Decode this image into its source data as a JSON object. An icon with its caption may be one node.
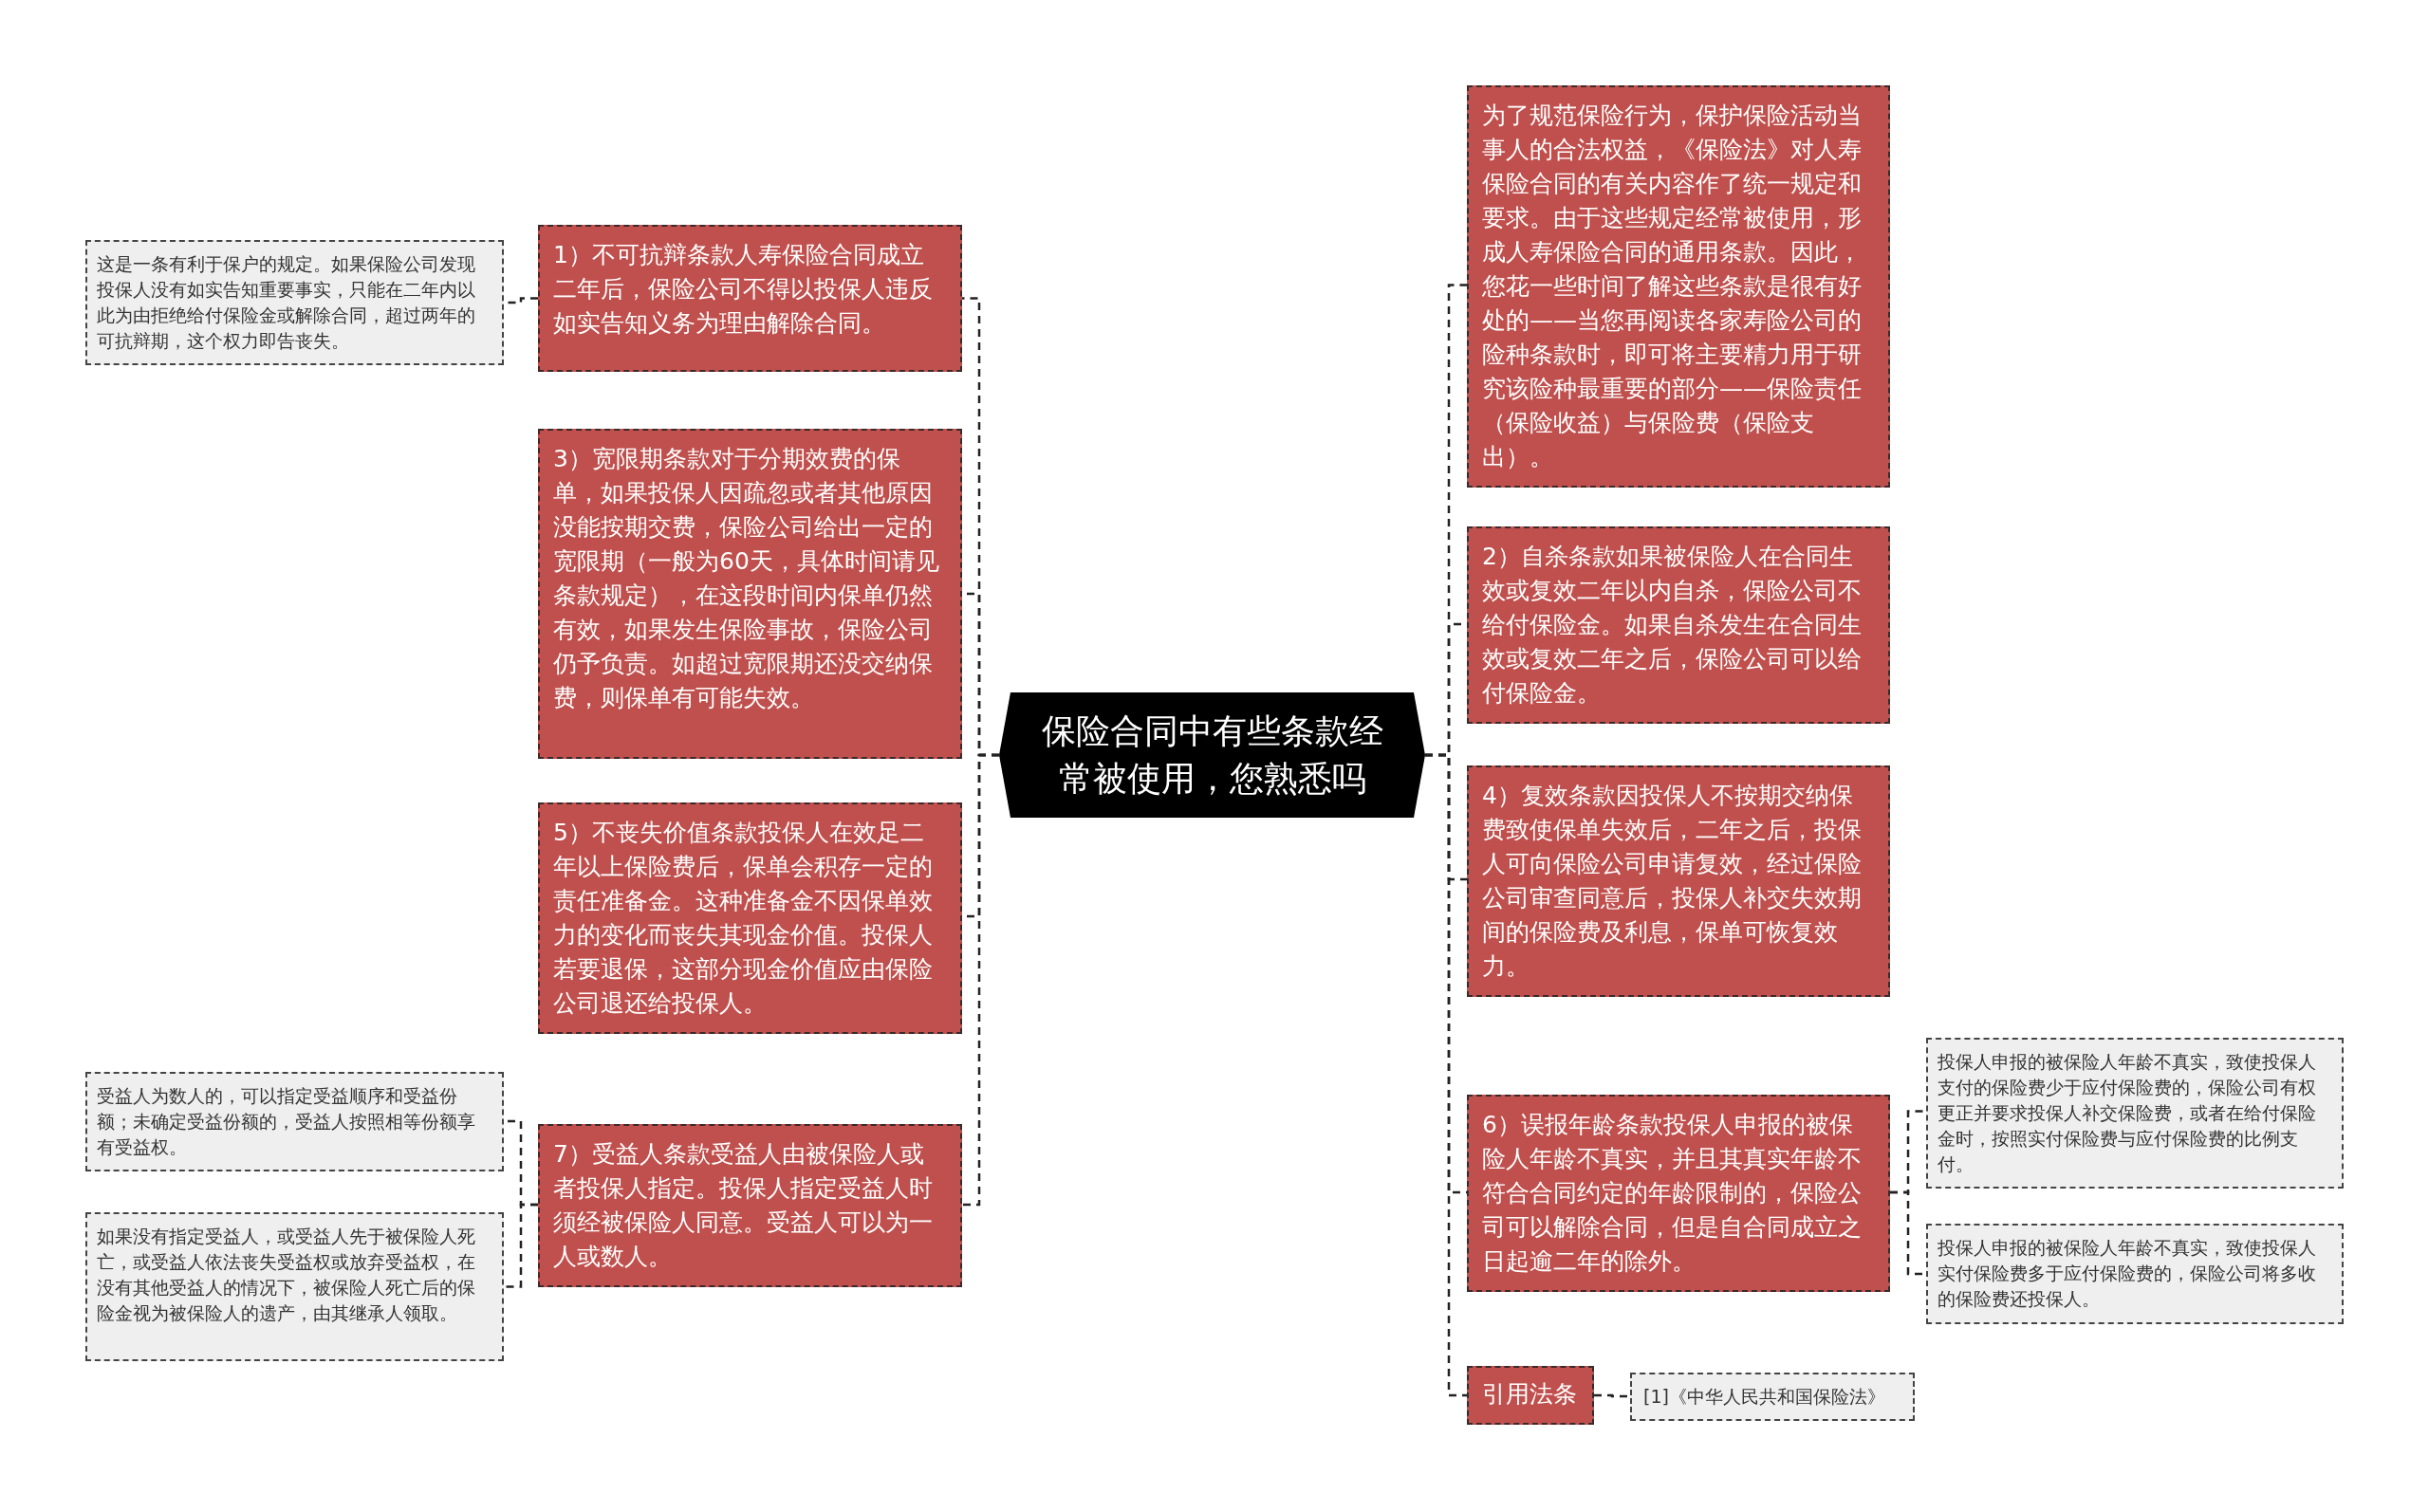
{
  "diagram": {
    "nodes": [
      {
        "text": [
          "保险合同中有些条款经常被使用，您熟悉吗"
        ]
      },
      {
        "text": [
          "1）不可抗辩条款人寿保险合同成立二年后，保险公司不得以投保人违反如实告知义务为理由解除合同。"
        ]
      },
      {
        "text": [
          "这是一条有利于保户的规定。如果保险公司发现投保人没有如实告知重要事实，只能在二年内以此为由拒绝给付保险金或解除合同，超过两年的可抗辩期，这个权力即告丧失。"
        ]
      },
      {
        "text": [
          "3）宽限期条款对于分期效费的保单，如果投保人因疏忽或者其他原因没能按期交费，保险公司给出一定的宽限期（一般为60天，具体时间请见条款规定），在这段时间内保单仍然有效，如果发生保险事故，保险公司仍予负责。如超过宽限期还没交纳保费，则保单有可能失效。"
        ]
      },
      {
        "text": [
          "5）不丧失价值条款投保人在效足二年以上保险费后，保单会积存一定的责任准备金。这种准备金不因保单效力的变化而丧失其现金价值。投保人若要退保，这部分现金价值应由保险公司退还给投保人。"
        ]
      },
      {
        "text": [
          "7）受益人条款受益人由被保险人或者投保人指定。投保人指定受益人时须经被保险人同意。受益人可以为一人或数人。"
        ]
      },
      {
        "text": [
          "受益人为数人的，可以指定受益顺序和受益份额；未确定受益份额的，受益人按照相等份额享有受益权。"
        ]
      },
      {
        "text": [
          "如果没有指定受益人，或受益人先于被保险人死亡，或受益人依法丧失受益权或放弃受益权，在没有其他受益人的情况下，被保险人死亡后的保险金视为被保险人的遗产，由其继承人领取。"
        ]
      },
      {
        "text": [
          "为了规范保险行为，保护保险活动当事人的合法权益，《保险法》对人寿保险合同的有关内容作了统一规定和要求。由于这些规定经常被使用，形成人寿保险合同的通用条款。因此，您花一些时间了解这些条款是很有好处的——当您再阅读各家寿险公司的险种条款时，即可将主要精力用于研究该险种最重要的部分——保险责任（保险收益）与保险费（保险支出）。"
        ]
      },
      {
        "text": [
          "2）自杀条款如果被保险人在合同生效或复效二年以内自杀，保险公司不给付保险金。如果自杀发生在合同生效或复效二年之后，保险公司可以给付保险金。"
        ]
      },
      {
        "text": [
          "4）复效条款因投保人不按期交纳保费致使保单失效后，二年之后，投保人可向保险公司申请复效，经过保险公司审查同意后，投保人补交失效期间的保险费及利息，保单可恢复效力。"
        ]
      },
      {
        "text": [
          "6）误报年龄条款投保人申报的被保险人年龄不真实，并且其真实年龄不符合合同约定的年龄限制的，保险公司可以解除合同，但是自合同成立之日起逾二年的除外。"
        ]
      },
      {
        "text": [
          "投保人申报的被保险人年龄不真实，致使投保人支付的保险费少于应付保险费的，保险公司有权更正并要求投保人补交保险费，或者在给付保险金时，按照实付保险费与应付保险费的比例支付。"
        ]
      },
      {
        "text": [
          "投保人申报的被保险人年龄不真实，致使投保人实付保险费多于应付保险费的，保险公司将多收的保险费还投保人。"
        ]
      },
      {
        "text": [
          "引用法条"
        ]
      },
      {
        "text": [
          "[1]《中华人民共和国保险法》"
        ]
      }
    ],
    "edges": [
      {
        "from": 0,
        "to": 1,
        "arrow": "none"
      },
      {
        "from": 1,
        "to": 2,
        "arrow": "none"
      },
      {
        "from": 0,
        "to": 3,
        "arrow": "none"
      },
      {
        "from": 0,
        "to": 4,
        "arrow": "none"
      },
      {
        "from": 0,
        "to": 5,
        "arrow": "none"
      },
      {
        "from": 5,
        "to": 6,
        "arrow": "none"
      },
      {
        "from": 5,
        "to": 7,
        "arrow": "none"
      },
      {
        "from": 0,
        "to": 8,
        "arrow": "none"
      },
      {
        "from": 0,
        "to": 9,
        "arrow": "none"
      },
      {
        "from": 0,
        "to": 10,
        "arrow": "none"
      },
      {
        "from": 0,
        "to": 11,
        "arrow": "none"
      },
      {
        "from": 11,
        "to": 12,
        "arrow": "none"
      },
      {
        "from": 11,
        "to": 13,
        "arrow": "none"
      },
      {
        "from": 0,
        "to": 14,
        "arrow": "none"
      },
      {
        "from": 14,
        "to": 15,
        "arrow": "none"
      }
    ]
  }
}
